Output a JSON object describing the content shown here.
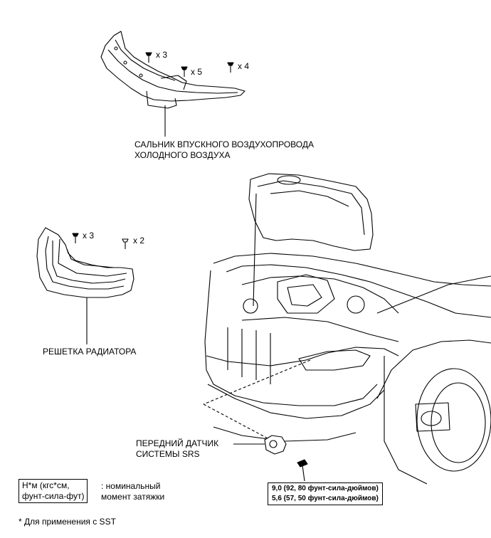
{
  "labels": {
    "air_seal_line1": "САЛЬНИК ВПУСКНОГО ВОЗДУХОПРОВОДА",
    "air_seal_line2": "ХОЛОДНОГО ВОЗДУХА",
    "grille": "РЕШЕТКА РАДИАТОРА",
    "srs_sensor_line1": "ПЕРЕДНИЙ ДАТЧИК",
    "srs_sensor_line2": "СИСТЕМЫ SRS"
  },
  "quantities": {
    "seal_clip_a": "x 3",
    "seal_clip_b": "x 5",
    "seal_clip_c": "x 4",
    "grille_clip_a": "x 3",
    "grille_clip_b": "x 2"
  },
  "torque_spec": {
    "line1": "9,0 (92, 80 фунт-сила-дюймов)",
    "line2": "5,6 (57, 50 фунт-сила-дюймов)"
  },
  "legend": {
    "unit_line1": "Н*м (кгс*см,",
    "unit_line2": "фунт-сила-фут)",
    "desc_line1": ": номинальный",
    "desc_line2": "момент затяжки"
  },
  "footnote": "* Для применения с SST"
}
